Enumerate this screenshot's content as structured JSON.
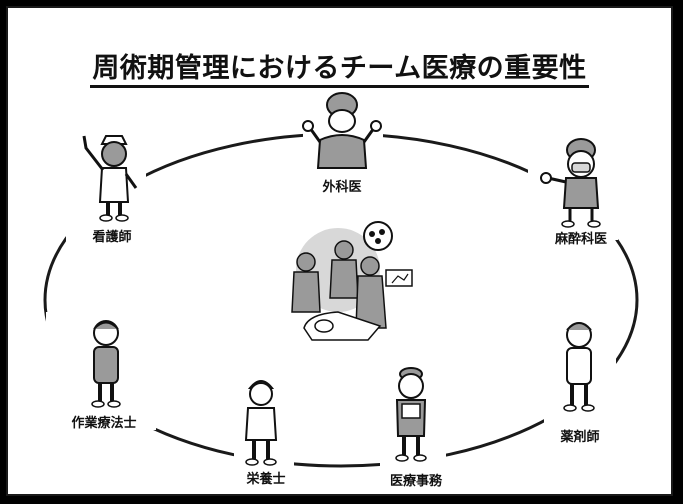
{
  "title": "周術期管理におけるチーム医療の重要性",
  "roles": {
    "surgeon": "外科医",
    "anesthesiologist": "麻酔科医",
    "pharmacist": "薬剤師",
    "medical_clerk": "医療事務",
    "dietitian": "栄養士",
    "occupational_therapist": "作業療法士",
    "nurse": "看護師"
  },
  "colors": {
    "background": "#000000",
    "slide": "#ffffff",
    "ink": "#111111",
    "figure_gray": "#9a9a9a",
    "light_gray": "#d8d8d8"
  }
}
